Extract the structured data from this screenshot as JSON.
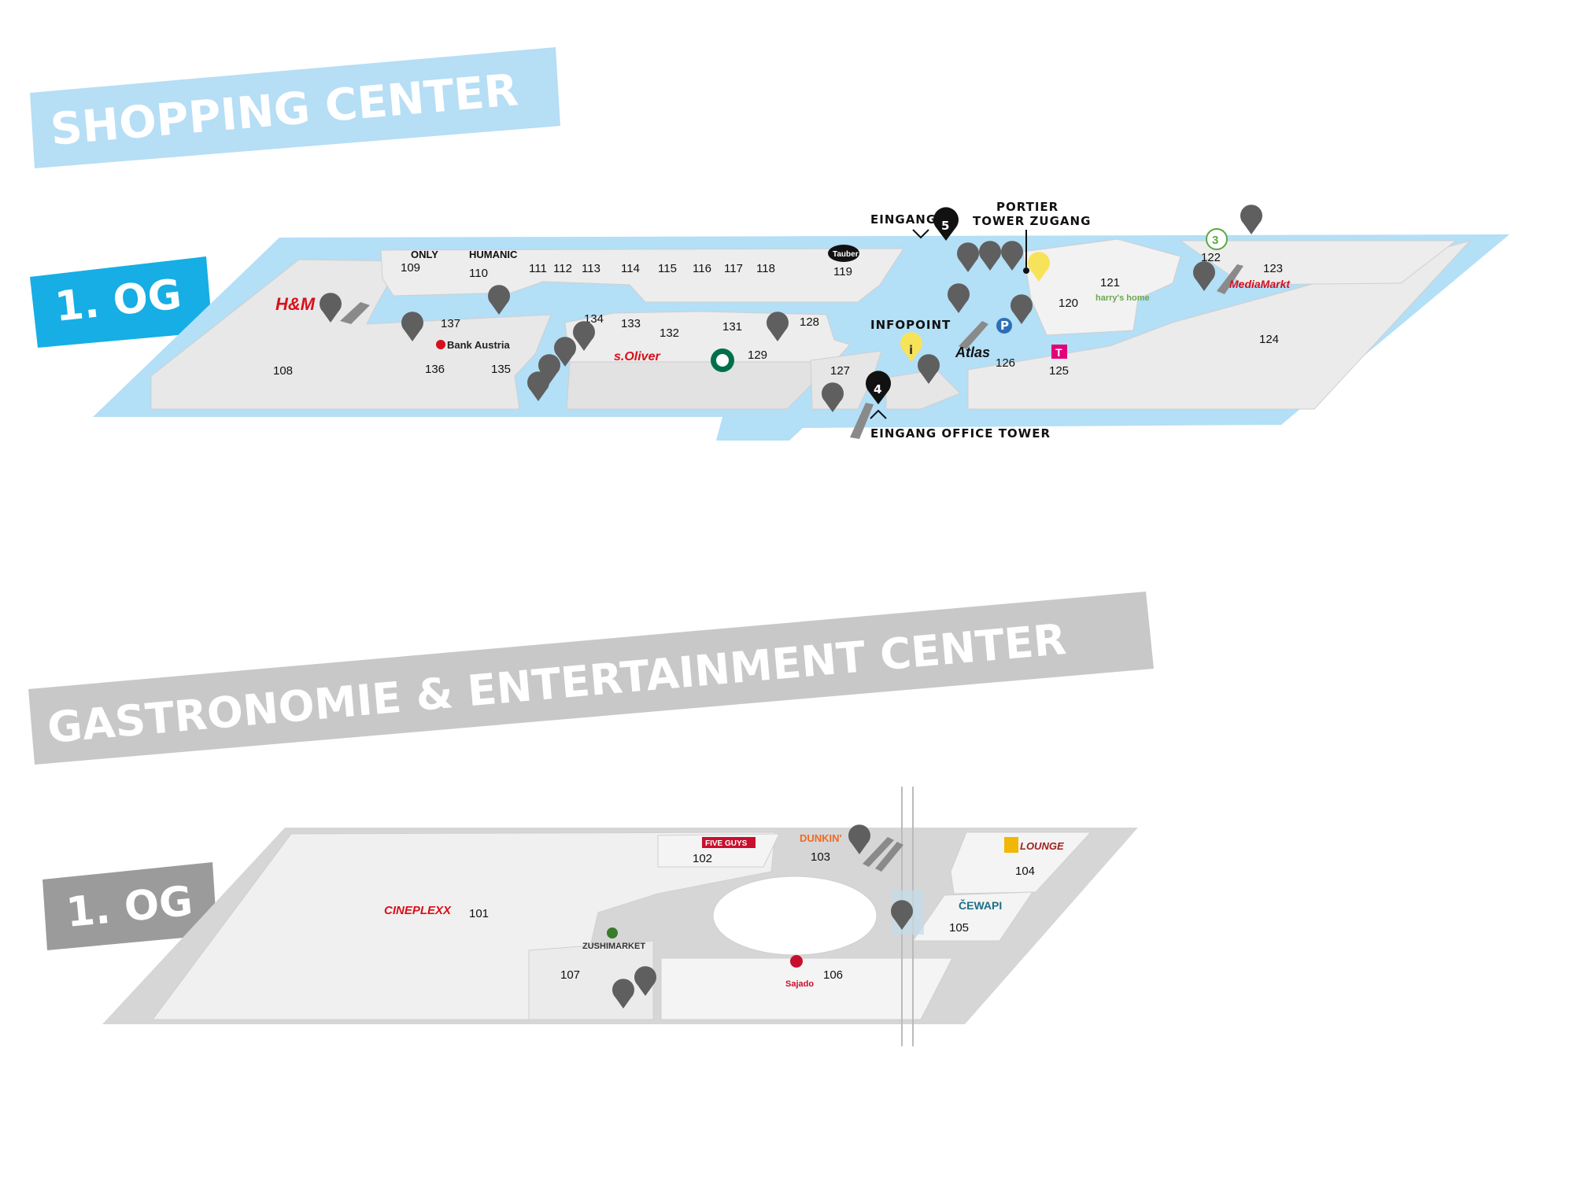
{
  "sections": {
    "shopping": {
      "title": "SHOPPING CENTER",
      "floor": "1. OG",
      "color": "#b6def5",
      "floor_color": "#16aee4"
    },
    "gastro": {
      "title": "GASTRONOMIE & ENTERTAINMENT CENTER",
      "floor": "1. OG",
      "color": "#c8c8c8",
      "floor_color": "#9b9b9b"
    }
  },
  "labels": {
    "eingang5": "EINGANG",
    "portier_line1": "PORTIER",
    "portier_line2": "TOWER ZUGANG",
    "infopoint": "INFOPOINT",
    "eingang4": "EINGANG OFFICE TOWER"
  },
  "entrances": {
    "e5": "5",
    "e4": "4",
    "info": "i"
  },
  "shop_units": {
    "u108": "108",
    "u109": "109",
    "u110": "110",
    "u111": "111",
    "u112": "112",
    "u113": "113",
    "u114": "114",
    "u115": "115",
    "u116": "116",
    "u117": "117",
    "u118": "118",
    "u119": "119",
    "u120": "120",
    "u121": "121",
    "u122": "122",
    "u123": "123",
    "u124": "124",
    "u125": "125",
    "u126": "126",
    "u127": "127",
    "u128": "128",
    "u129": "129",
    "u131": "131",
    "u132": "132",
    "u133": "133",
    "u134": "134",
    "u135": "135",
    "u136": "136",
    "u137": "137"
  },
  "shop_brands": {
    "hm": "H&M",
    "only": "ONLY",
    "humanic": "HUMANIC",
    "tauber": "Tauber",
    "bank_austria": "Bank Austria",
    "soliver": "s.Oliver",
    "atlas": "Atlas",
    "harrys": "harry's home",
    "mediamarkt": "MediaMarkt",
    "telekom": "T",
    "three": "3"
  },
  "gastro_units": {
    "u101": "101",
    "u102": "102",
    "u103": "103",
    "u104": "104",
    "u105": "105",
    "u106": "106",
    "u107": "107"
  },
  "gastro_brands": {
    "cineplexx": "CINEPLEXX",
    "fiveguys": "FIVE GUYS",
    "dunkin": "DUNKIN'",
    "dlounge": "LOUNGE",
    "cevapi": "ČEWAPI",
    "sajado": "Sajado",
    "zushi": "ZUSHIMARKET"
  },
  "colors": {
    "water": "#b3dff7",
    "floor_gray": "#d9d9d9",
    "pin": "#5f5f5f",
    "info": "#f7e35a",
    "hm": "#d8101a",
    "mediamarkt": "#d4101f",
    "telekom": "#e2007a"
  }
}
